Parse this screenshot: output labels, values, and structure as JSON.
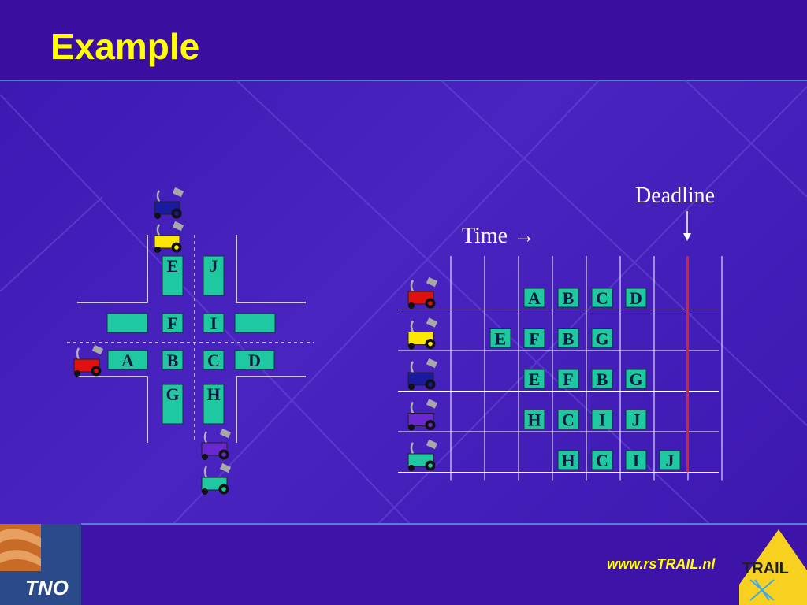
{
  "slide": {
    "title": "Example",
    "footer_url": "www.rsTRAIL.nl",
    "logo_left_text": "TNO",
    "logo_right_text": "TRAIL"
  },
  "colors": {
    "title": "#ffff00",
    "background": "#3a16ab",
    "block_fill": "#1ec8a0",
    "deadline_line": "#e0202a",
    "grid_line": "#ffffff"
  },
  "intersection": {
    "cell_labels": [
      "E",
      "J",
      "F",
      "I",
      "A",
      "B",
      "C",
      "D",
      "G",
      "H"
    ],
    "vehicles": [
      {
        "name": "blue",
        "color": "#1a1aa0",
        "approach": "north"
      },
      {
        "name": "yellow",
        "color": "#ffe800",
        "approach": "north"
      },
      {
        "name": "red",
        "color": "#e01010",
        "approach": "west"
      },
      {
        "name": "purple",
        "color": "#6a28d0",
        "approach": "south"
      },
      {
        "name": "teal",
        "color": "#1ec8a0",
        "approach": "south"
      }
    ]
  },
  "schedule": {
    "time_label": "Time →",
    "deadline_label": "Deadline",
    "columns": 9,
    "deadline_column": 8,
    "rows": [
      {
        "vehicle": "red",
        "color": "#e01010",
        "cells": [
          {
            "c": 3,
            "l": "A"
          },
          {
            "c": 4,
            "l": "B"
          },
          {
            "c": 5,
            "l": "C"
          },
          {
            "c": 6,
            "l": "D"
          }
        ]
      },
      {
        "vehicle": "yellow",
        "color": "#ffe800",
        "cells": [
          {
            "c": 2,
            "l": "E"
          },
          {
            "c": 3,
            "l": "F"
          },
          {
            "c": 4,
            "l": "B"
          },
          {
            "c": 5,
            "l": "G"
          }
        ]
      },
      {
        "vehicle": "blue",
        "color": "#1a1aa0",
        "cells": [
          {
            "c": 3,
            "l": "E"
          },
          {
            "c": 4,
            "l": "F"
          },
          {
            "c": 5,
            "l": "B"
          },
          {
            "c": 6,
            "l": "G"
          }
        ]
      },
      {
        "vehicle": "purple",
        "color": "#6a28d0",
        "cells": [
          {
            "c": 3,
            "l": "H"
          },
          {
            "c": 4,
            "l": "C"
          },
          {
            "c": 5,
            "l": "I"
          },
          {
            "c": 6,
            "l": "J"
          }
        ]
      },
      {
        "vehicle": "teal",
        "color": "#1ec8a0",
        "cells": [
          {
            "c": 4,
            "l": "H"
          },
          {
            "c": 5,
            "l": "C"
          },
          {
            "c": 6,
            "l": "I"
          },
          {
            "c": 7,
            "l": "J"
          }
        ]
      }
    ]
  }
}
